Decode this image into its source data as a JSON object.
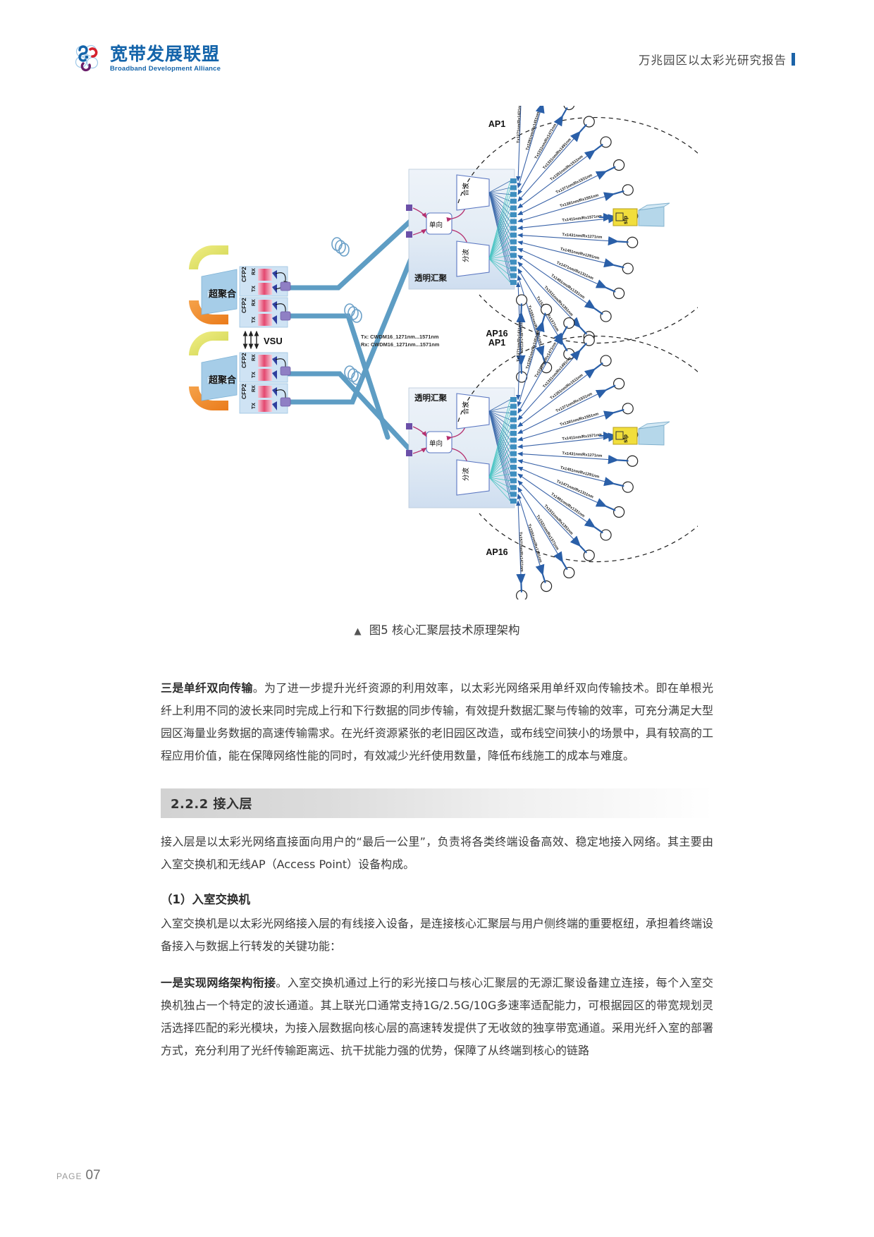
{
  "header": {
    "logo_cn": "宽带发展联盟",
    "logo_en": "Broadband Development Alliance",
    "title": "万兆园区以太彩光研究报告",
    "accent_color": "#1c63a8"
  },
  "figure": {
    "caption_marker": "▲",
    "caption": "图5 核心汇聚层技术原理架构",
    "labels": {
      "super_converge": "超聚合",
      "vsu": "VSU",
      "cfp2": "CFP2",
      "rx": "RX",
      "tx": "TX",
      "transparent_aggregation": "透明汇聚",
      "unidirectional": "单向",
      "combine": "合波",
      "split": "分波",
      "sfp": "sfp",
      "ap_first": "AP1",
      "ap_last": "AP16",
      "fiber_tx": "Tx: CWDM16_1271nm...1571nm",
      "fiber_rx": "Rx: CWDM16_1271nm...1571nm"
    },
    "wavelengths_upper": [
      "Tx1271nm/Rx1431nm",
      "Tx1291nm/Rx1451nm",
      "Tx1311nm/Rx1471nm",
      "Tx1331nm/Rx1491nm",
      "Tx1351nm/Rx1511nm",
      "Tx1371nm/Rx1531nm",
      "Tx1391nm/Rx1551nm",
      "Tx1411nm/Rx1571nm"
    ],
    "wavelengths_lower": [
      "Tx1431nm/Rx1271nm",
      "Tx1451nm/Rx1291nm",
      "Tx1471nm/Rx1311nm",
      "Tx1491nm/Rx1331nm",
      "Tx1511nm/Rx1351nm",
      "Tx1531nm/Rx1371nm",
      "Tx1551nm/Rx1391nm",
      "Tx1571nm/Rx1411nm"
    ]
  },
  "content": {
    "para1_bold": "三是单纤双向传输",
    "para1_rest": "。为了进一步提升光纤资源的利用效率，以太彩光网络采用单纤双向传输技术。即在单根光纤上利用不同的波长来同时完成上行和下行数据的同步传输，有效提升数据汇聚与传输的效率，可充分满足大型园区海量业务数据的高速传输需求。在光纤资源紧张的老旧园区改造，或布线空间狭小的场景中，具有较高的工程应用价值，能在保障网络性能的同时，有效减少光纤使用数量，降低布线施工的成本与难度。",
    "section_heading": "2.2.2 接入层",
    "para2": "接入层是以太彩光网络直接面向用户的“最后一公里”，负责将各类终端设备高效、稳定地接入网络。其主要由入室交换机和无线AP（Access Point）设备构成。",
    "subhead1": "（1）入室交换机",
    "para3": "入室交换机是以太彩光网络接入层的有线接入设备，是连接核心汇聚层与用户侧终端的重要枢纽，承担着终端设备接入与数据上行转发的关键功能：",
    "para4_bold": "一是实现网络架构衔接",
    "para4_rest": "。入室交换机通过上行的彩光接口与核心汇聚层的无源汇聚设备建立连接，每个入室交换机独占一个特定的波长通道。其上联光口通常支持1G/2.5G/10G多速率适配能力，可根据园区的带宽规划灵活选择匹配的彩光模块，为接入层数据向核心层的高速转发提供了无收敛的独享带宽通道。采用光纤入室的部署方式，充分利用了光纤传输距离远、抗干扰能力强的优势，保障了从终端到核心的链路"
  },
  "footer": {
    "page_label": "PAGE",
    "page_number": "07"
  }
}
